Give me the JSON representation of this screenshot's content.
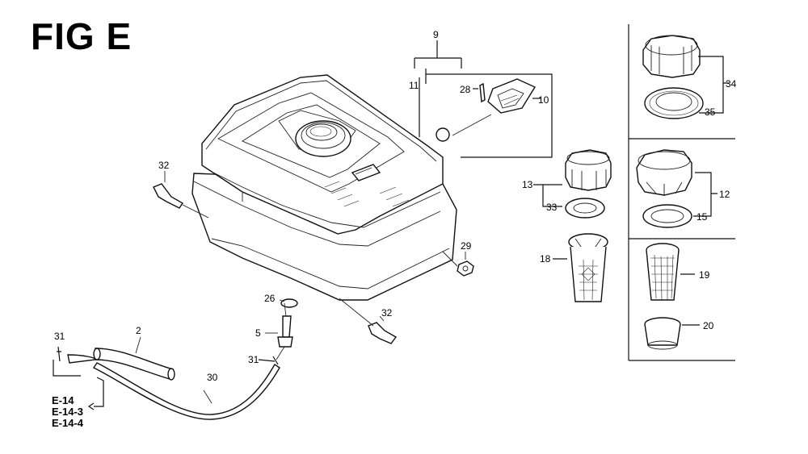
{
  "figure": {
    "title": "FIG E"
  },
  "references": [
    "E-14",
    "E-14-3",
    "E-14-4"
  ],
  "callouts": {
    "c9": "9",
    "c11": "11",
    "c28": "28",
    "c10": "10",
    "c34": "34",
    "c35": "35",
    "c13": "13",
    "c33": "33",
    "c12": "12",
    "c15": "15",
    "c18": "18",
    "c19": "19",
    "c20": "20",
    "c32a": "32",
    "c29": "29",
    "c26": "26",
    "c5": "5",
    "c32b": "32",
    "c31a": "31",
    "c2": "2",
    "c31b": "31",
    "c30": "30"
  }
}
